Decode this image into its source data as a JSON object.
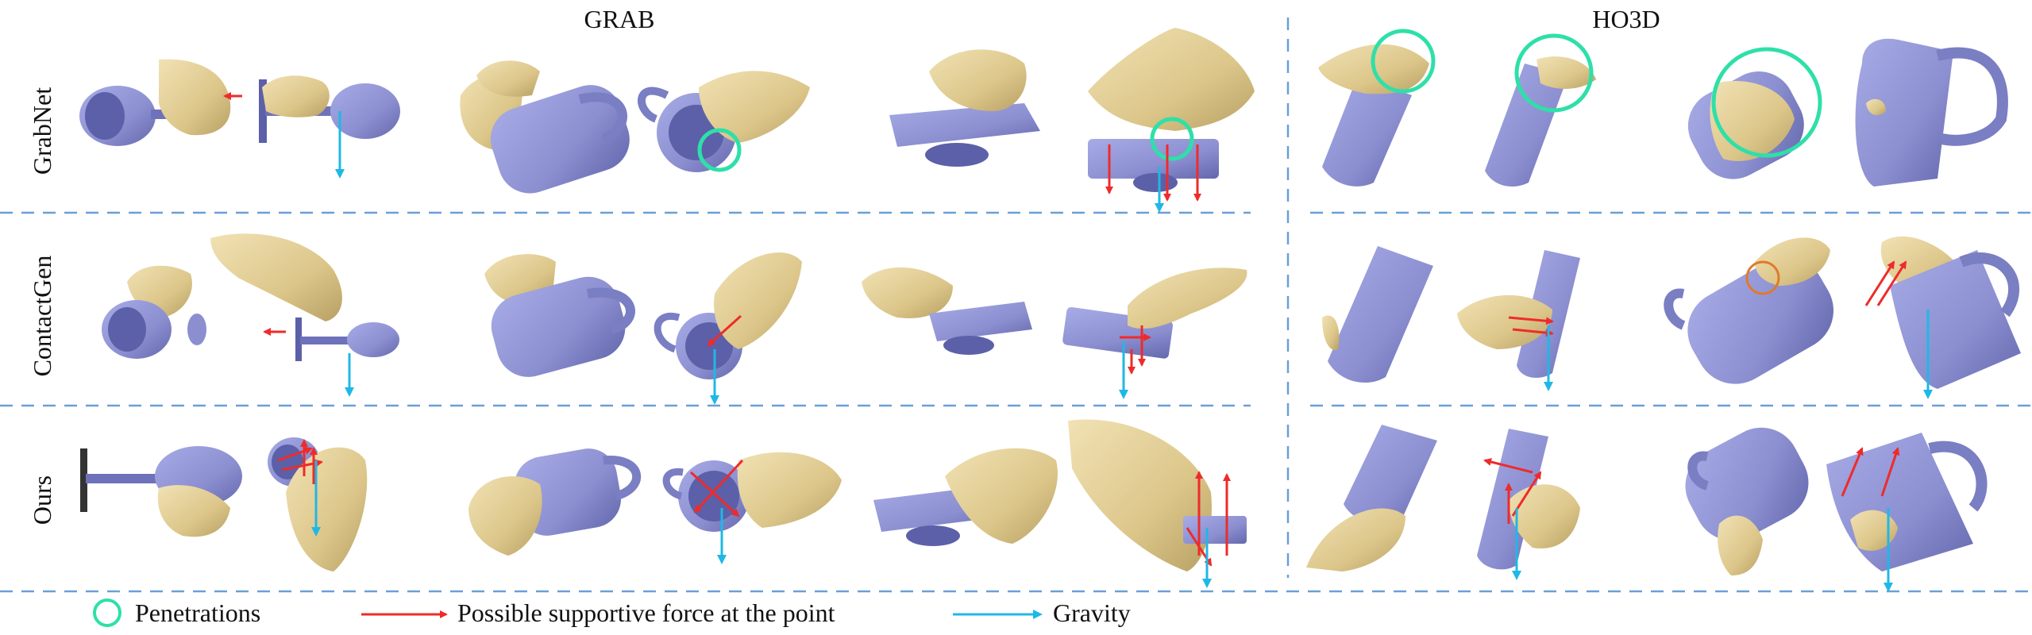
{
  "headers": {
    "left": "GRAB",
    "right": "HO3D"
  },
  "rows": [
    {
      "label": "GrabNet"
    },
    {
      "label": "ContactGen"
    },
    {
      "label": "Ours"
    }
  ],
  "legend": {
    "penetrations": "Penetrations",
    "support": "Possible supportive force at the point",
    "gravity": "Gravity"
  },
  "colors": {
    "object": "#8b8fd0",
    "object_dark": "#5c60a8",
    "hand": "#e2cf95",
    "hand_dark": "#b49a5e",
    "penetration_circle": "#2ee0a8",
    "force_arrow": "#ee2b2b",
    "gravity_arrow": "#1fb8e6",
    "divider": "#6a9fd8",
    "orange_circle": "#e07a2a"
  }
}
